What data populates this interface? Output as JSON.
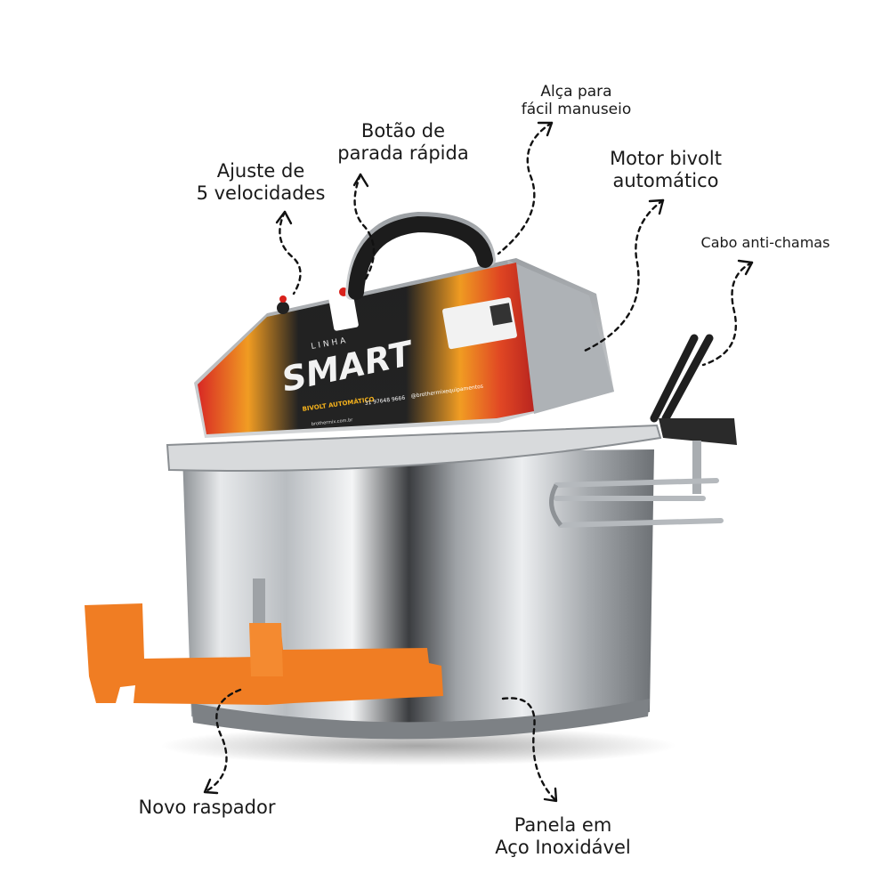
{
  "product": {
    "line_label": "LINHA",
    "model": "SMART",
    "feature_badge": "BIVOLT AUTOMÁTICO",
    "phone": "31 97648 9666",
    "instagram": "@brothermixequipamentos",
    "website": "brothermix.com.br"
  },
  "colors": {
    "pot": "#c9cccf",
    "scraper": "#f07d23",
    "label_orange": "#f39a1a",
    "label_red": "#d9211b",
    "handle": "#1c1c1c"
  },
  "callouts": {
    "speed": {
      "line1": "Ajuste de",
      "line2": "5 velocidades"
    },
    "stop": {
      "line1": "Botão de",
      "line2": "parada rápida"
    },
    "handle": {
      "line1": "Alça para",
      "line2": "fácil manuseio"
    },
    "motor": {
      "line1": "Motor bivolt",
      "line2": "automático"
    },
    "cable": {
      "line1": "Cabo anti-chamas"
    },
    "scraper": {
      "line1": "Novo raspador"
    },
    "pan": {
      "line1": "Panela em",
      "line2": "Aço Inoxidável"
    }
  }
}
